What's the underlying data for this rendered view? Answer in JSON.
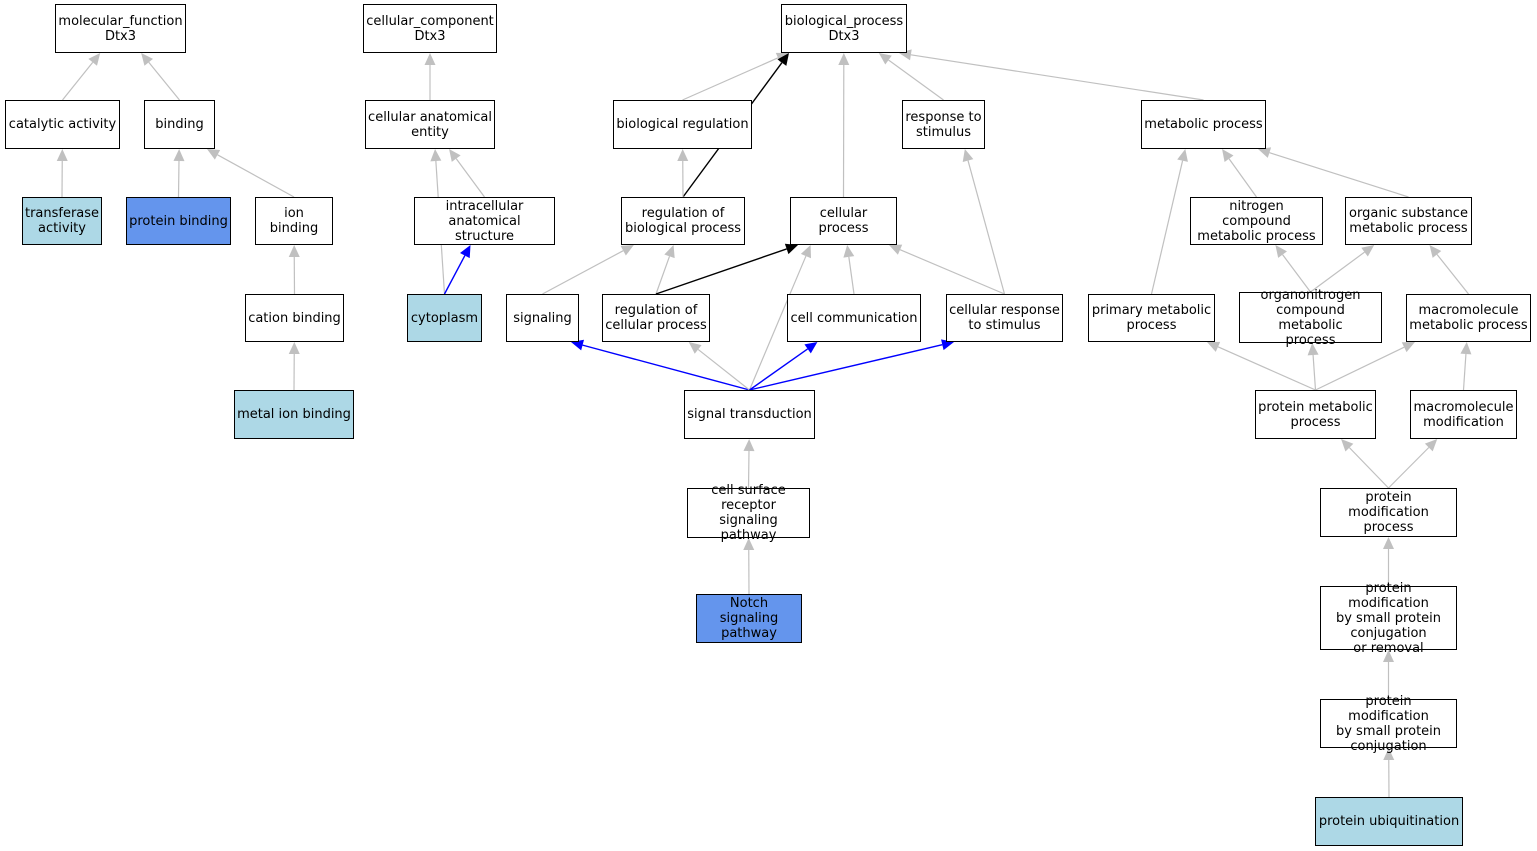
{
  "colors": {
    "default_fill": "#ffffff",
    "light_fill": "#add8e6",
    "dark_fill": "#6495ed",
    "edge_gray": "#c0c0c0",
    "edge_black": "#000000",
    "edge_blue": "#0000ff"
  },
  "nodes": [
    {
      "id": "mf",
      "label": "molecular_function\nDtx3",
      "fill": "default"
    },
    {
      "id": "cat",
      "label": "catalytic activity",
      "fill": "default"
    },
    {
      "id": "bind",
      "label": "binding",
      "fill": "default"
    },
    {
      "id": "trans",
      "label": "transferase\nactivity",
      "fill": "light"
    },
    {
      "id": "pbind",
      "label": "protein binding",
      "fill": "dark"
    },
    {
      "id": "ion",
      "label": "ion binding",
      "fill": "default"
    },
    {
      "id": "cation",
      "label": "cation binding",
      "fill": "default"
    },
    {
      "id": "metal",
      "label": "metal ion binding",
      "fill": "light"
    },
    {
      "id": "cc",
      "label": "cellular_component\nDtx3",
      "fill": "default"
    },
    {
      "id": "cae",
      "label": "cellular anatomical\nentity",
      "fill": "default"
    },
    {
      "id": "ias",
      "label": "intracellular\nanatomical structure",
      "fill": "default"
    },
    {
      "id": "cyto",
      "label": "cytoplasm",
      "fill": "light"
    },
    {
      "id": "bp",
      "label": "biological_process\nDtx3",
      "fill": "default"
    },
    {
      "id": "breg",
      "label": "biological regulation",
      "fill": "default"
    },
    {
      "id": "rbp",
      "label": "regulation of\nbiological process",
      "fill": "default"
    },
    {
      "id": "cp",
      "label": "cellular process",
      "fill": "default"
    },
    {
      "id": "rts",
      "label": "response to\nstimulus",
      "fill": "default"
    },
    {
      "id": "mp",
      "label": "metabolic process",
      "fill": "default"
    },
    {
      "id": "sig",
      "label": "signaling",
      "fill": "default"
    },
    {
      "id": "rcp",
      "label": "regulation of\ncellular process",
      "fill": "default"
    },
    {
      "id": "ccomm",
      "label": "cell communication",
      "fill": "default"
    },
    {
      "id": "crs",
      "label": "cellular response\nto stimulus",
      "fill": "default"
    },
    {
      "id": "st",
      "label": "signal transduction",
      "fill": "default"
    },
    {
      "id": "csrsp",
      "label": "cell surface\nreceptor signaling\npathway",
      "fill": "default"
    },
    {
      "id": "notch",
      "label": "Notch signaling\npathway",
      "fill": "dark"
    },
    {
      "id": "ncmp",
      "label": "nitrogen compound\nmetabolic process",
      "fill": "default"
    },
    {
      "id": "osmp",
      "label": "organic substance\nmetabolic process",
      "fill": "default"
    },
    {
      "id": "pmp",
      "label": "primary metabolic\nprocess",
      "fill": "default"
    },
    {
      "id": "oncmp",
      "label": "organonitrogen\ncompound metabolic\nprocess",
      "fill": "default"
    },
    {
      "id": "mmp",
      "label": "macromolecule\nmetabolic process",
      "fill": "default"
    },
    {
      "id": "protmp",
      "label": "protein metabolic\nprocess",
      "fill": "default"
    },
    {
      "id": "mmod",
      "label": "macromolecule\nmodification",
      "fill": "default"
    },
    {
      "id": "pmodp",
      "label": "protein modification\nprocess",
      "fill": "default"
    },
    {
      "id": "pmsp",
      "label": "protein modification\nby small protein\nconjugation\nor removal",
      "fill": "default"
    },
    {
      "id": "pmspc",
      "label": "protein modification\nby small protein\nconjugation",
      "fill": "default"
    },
    {
      "id": "pubi",
      "label": "protein ubiquitination",
      "fill": "light"
    }
  ],
  "edges": [
    {
      "from": "cat",
      "to": "mf",
      "color": "gray"
    },
    {
      "from": "bind",
      "to": "mf",
      "color": "gray"
    },
    {
      "from": "trans",
      "to": "cat",
      "color": "gray"
    },
    {
      "from": "pbind",
      "to": "bind",
      "color": "gray"
    },
    {
      "from": "ion",
      "to": "bind",
      "color": "gray"
    },
    {
      "from": "cation",
      "to": "ion",
      "color": "gray"
    },
    {
      "from": "metal",
      "to": "cation",
      "color": "gray"
    },
    {
      "from": "cae",
      "to": "cc",
      "color": "gray"
    },
    {
      "from": "ias",
      "to": "cae",
      "color": "gray"
    },
    {
      "from": "cyto",
      "to": "cae",
      "color": "gray"
    },
    {
      "from": "cyto",
      "to": "ias",
      "color": "blue"
    },
    {
      "from": "breg",
      "to": "bp",
      "color": "gray"
    },
    {
      "from": "rbp",
      "to": "bp",
      "color": "black"
    },
    {
      "from": "cp",
      "to": "bp",
      "color": "gray"
    },
    {
      "from": "rts",
      "to": "bp",
      "color": "gray"
    },
    {
      "from": "mp",
      "to": "bp",
      "color": "gray"
    },
    {
      "from": "rbp",
      "to": "breg",
      "color": "gray"
    },
    {
      "from": "sig",
      "to": "rbp",
      "color": "gray"
    },
    {
      "from": "rcp",
      "to": "rbp",
      "color": "gray"
    },
    {
      "from": "rcp",
      "to": "cp",
      "color": "black"
    },
    {
      "from": "ccomm",
      "to": "cp",
      "color": "gray"
    },
    {
      "from": "crs",
      "to": "cp",
      "color": "gray"
    },
    {
      "from": "crs",
      "to": "rts",
      "color": "gray"
    },
    {
      "from": "st",
      "to": "sig",
      "color": "blue"
    },
    {
      "from": "st",
      "to": "rcp",
      "color": "gray"
    },
    {
      "from": "st",
      "to": "cp",
      "color": "gray"
    },
    {
      "from": "st",
      "to": "ccomm",
      "color": "blue"
    },
    {
      "from": "st",
      "to": "crs",
      "color": "blue"
    },
    {
      "from": "csrsp",
      "to": "st",
      "color": "gray"
    },
    {
      "from": "notch",
      "to": "csrsp",
      "color": "gray"
    },
    {
      "from": "pmp",
      "to": "mp",
      "color": "gray"
    },
    {
      "from": "ncmp",
      "to": "mp",
      "color": "gray"
    },
    {
      "from": "osmp",
      "to": "mp",
      "color": "gray"
    },
    {
      "from": "oncmp",
      "to": "ncmp",
      "color": "gray"
    },
    {
      "from": "oncmp",
      "to": "osmp",
      "color": "gray"
    },
    {
      "from": "mmp",
      "to": "osmp",
      "color": "gray"
    },
    {
      "from": "protmp",
      "to": "pmp",
      "color": "gray"
    },
    {
      "from": "protmp",
      "to": "oncmp",
      "color": "gray"
    },
    {
      "from": "protmp",
      "to": "mmp",
      "color": "gray"
    },
    {
      "from": "mmod",
      "to": "mmp",
      "color": "gray"
    },
    {
      "from": "pmodp",
      "to": "protmp",
      "color": "gray"
    },
    {
      "from": "pmodp",
      "to": "mmod",
      "color": "gray"
    },
    {
      "from": "pmsp",
      "to": "pmodp",
      "color": "gray"
    },
    {
      "from": "pmspc",
      "to": "pmsp",
      "color": "gray"
    },
    {
      "from": "pubi",
      "to": "pmspc",
      "color": "gray"
    }
  ]
}
